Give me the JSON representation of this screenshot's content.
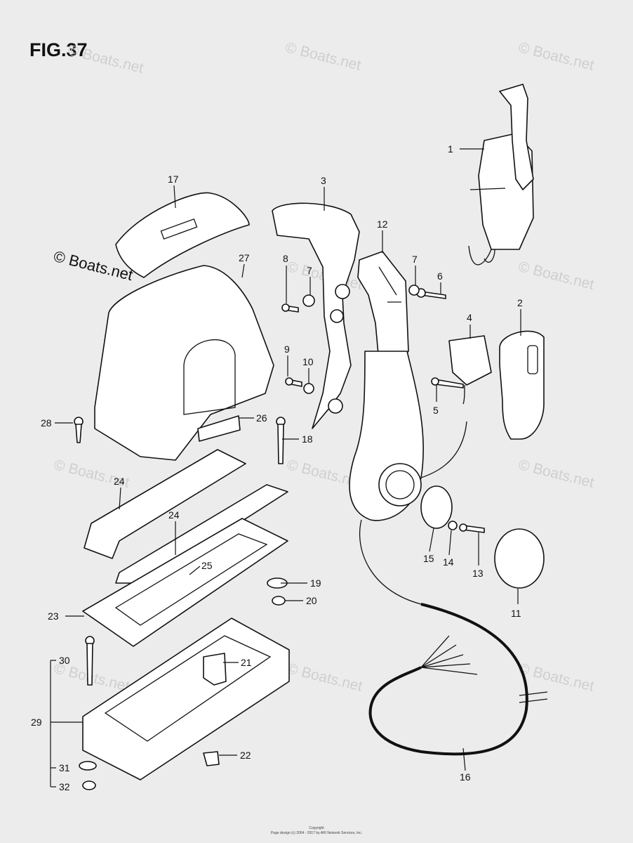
{
  "figure": {
    "title": "FIG.37"
  },
  "watermark": {
    "text": "© Boats.net"
  },
  "callouts": [
    "1",
    "2",
    "3",
    "4",
    "5",
    "6",
    "7",
    "7",
    "8",
    "9",
    "10",
    "11",
    "12",
    "13",
    "14",
    "15",
    "16",
    "17",
    "18",
    "19",
    "20",
    "21",
    "22",
    "23",
    "24",
    "24",
    "25",
    "26",
    "27",
    "28",
    "29",
    "30",
    "31",
    "32"
  ],
  "footer": {
    "line1": "Copyright",
    "line2": "Page design (c) 2004 - 2017 by ARI Network Services, Inc."
  }
}
